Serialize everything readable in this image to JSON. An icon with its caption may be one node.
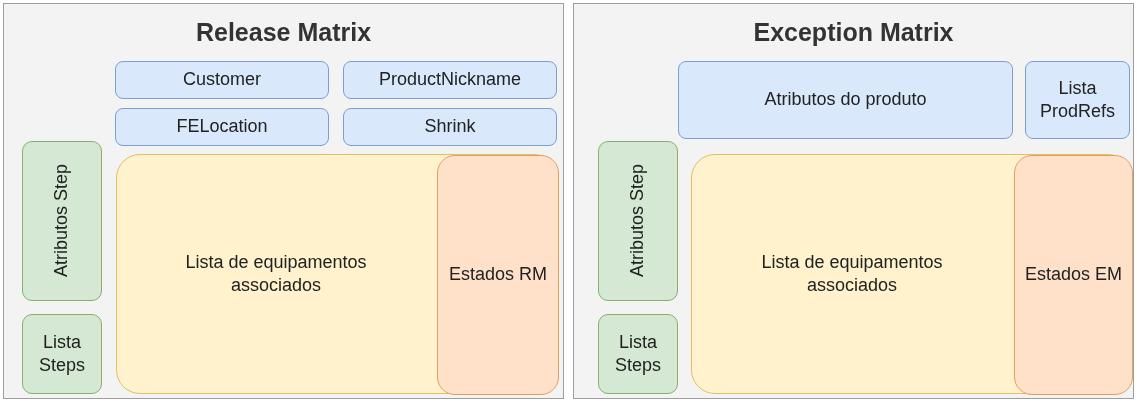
{
  "diagram": {
    "nodes": [
      {
        "text": [
          "Release Matrix"
        ]
      },
      {
        "text": [
          "Customer"
        ],
        "in": 0
      },
      {
        "text": [
          "ProductNickname"
        ],
        "in": 0
      },
      {
        "text": [
          "FELocation"
        ],
        "in": 0
      },
      {
        "text": [
          "Shrink"
        ],
        "in": 0
      },
      {
        "text": [
          "Atributos Step"
        ],
        "in": 0
      },
      {
        "text": [
          "Lista Steps"
        ],
        "in": 0
      },
      {
        "text": [
          "Lista de equipamentos associados"
        ],
        "in": 0
      },
      {
        "text": [
          "Estados RM"
        ],
        "in": 7
      },
      {
        "text": [
          "Exception Matrix"
        ]
      },
      {
        "text": [
          "Atributos do produto"
        ],
        "in": 9
      },
      {
        "text": [
          "Lista ProdRefs"
        ],
        "in": 9
      },
      {
        "text": [
          "Atributos Step"
        ],
        "in": 9
      },
      {
        "text": [
          "Lista Steps"
        ],
        "in": 9
      },
      {
        "text": [
          "Lista de equipamentos associados"
        ],
        "in": 9
      },
      {
        "text": [
          "Estados EM"
        ],
        "in": 14
      }
    ],
    "edges": []
  }
}
